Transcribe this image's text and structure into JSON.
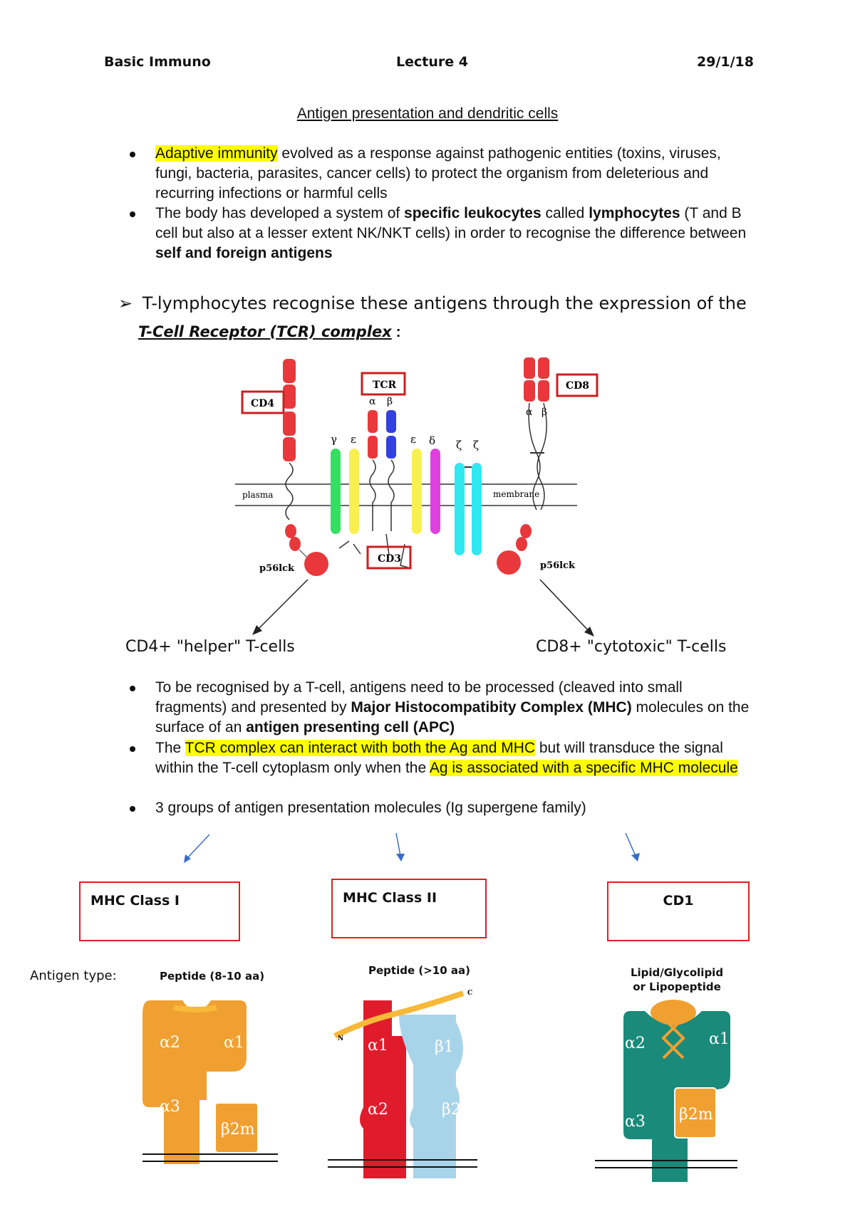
{
  "header": {
    "left": "Basic Immuno",
    "center": "Lecture 4",
    "right": "29/1/18"
  },
  "title": "Antigen presentation and dendritic cells",
  "bullets1": [
    {
      "hl": "Adaptive immunity",
      "rest": " evolved as a response against pathogenic entities (toxins, viruses, fungi, bacteria, parasites, cancer cells) to protect the organism from deleterious and recurring infections or harmful cells"
    },
    {
      "p1": "The body has developed a system of ",
      "b1": "specific leukocytes",
      "p2": " called ",
      "b2": "lymphocytes",
      "p3": " (T and B cell but also at a lesser extent NK/NKT cells) in order to recognise the difference between ",
      "b3": "self and foreign antigens"
    }
  ],
  "tcr_section": {
    "line1": "T-lymphocytes recognise these antigens through the expression of the",
    "line2": "T-Cell Receptor (TCR) complex",
    "colon": " :",
    "labels": {
      "cd4": "CD4",
      "tcr": "TCR",
      "cd8": "CD8",
      "cd3": "CD3",
      "plasma": "plasma",
      "membrane": "membrane",
      "p56_left": "p56lck",
      "p56_right": "p56lck",
      "alpha": "α",
      "beta": "β",
      "gamma": "γ",
      "epsilon": "ε",
      "delta": "δ",
      "zeta": "ζ"
    },
    "helper": "CD4+ \"helper\" T-cells",
    "cytotoxic": "CD8+ \"cytotoxic\" T-cells",
    "colors": {
      "red_chain": "#e8383c",
      "blue_chain": "#3440e0",
      "green": "#33e060",
      "yellow": "#f8f050",
      "magenta": "#e040e0",
      "cyan": "#30e8f0",
      "box": "#cc1f1f"
    }
  },
  "bullets2": [
    {
      "p1": "To be recognised by a T-cell, antigens need to be processed (cleaved into small fragments) and presented by ",
      "b1": "Major Histocompatibity Complex (MHC)",
      "p2": " molecules on the surface of an ",
      "b2": "antigen presenting cell (APC)"
    },
    {
      "p1": "The ",
      "h1": "TCR complex can interact with both the Ag and MHC",
      "p2": " but will transduce the signal within the T-cell cytoplasm only when the ",
      "h2": "Ag is associated with a specific MHC molecule"
    },
    {
      "text": "3 groups of antigen presentation molecules (Ig supergene family)"
    }
  ],
  "groups": [
    {
      "label": "MHC Class I",
      "antigen": "Peptide (8-10 aa)",
      "domains": [
        "α2",
        "α1",
        "α3",
        "β2m"
      ]
    },
    {
      "label": "MHC Class II",
      "antigen": "Peptide (>10 aa)",
      "domains": [
        "α1",
        "β1",
        "α2",
        "β2"
      ]
    },
    {
      "label": "CD1",
      "antigen": "Lipid/Glycolipid or Lipopeptide",
      "domains": [
        "α2",
        "α1",
        "α3",
        "β2m"
      ]
    }
  ],
  "antigen_type_label": "Antigen type:",
  "peptide_ends": {
    "n": "N",
    "c": "C"
  },
  "mhc_colors": {
    "orange": "#f0a030",
    "red": "#e01c2c",
    "lightblue": "#a8d4ea",
    "teal": "#1a8a7a",
    "peptide": "#f8b838"
  }
}
